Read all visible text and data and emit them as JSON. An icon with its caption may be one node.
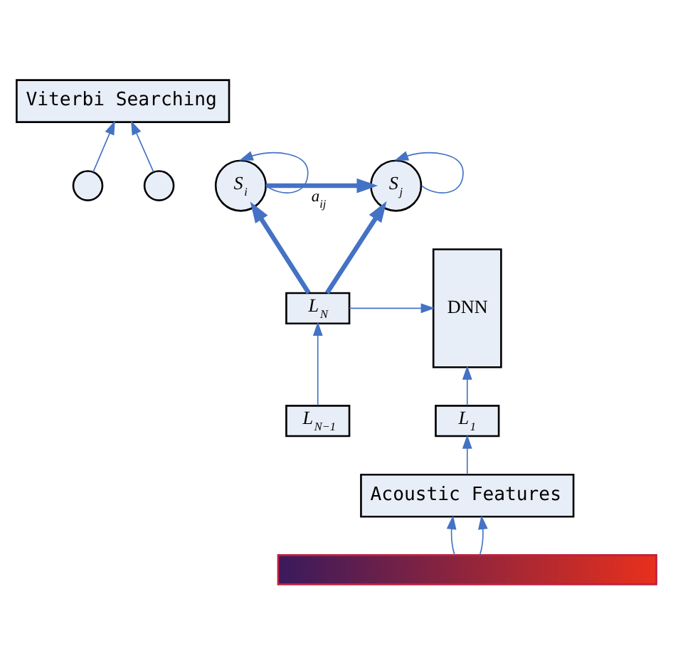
{
  "diagram": {
    "nodes": [
      {
        "text": [
          "Viterbi Searching"
        ]
      },
      {
        "text": [],
        "shape": "circle"
      },
      {
        "text": [
          "S$_{i}$"
        ]
      },
      {
        "text": [
          "S$_{j}$"
        ]
      },
      {
        "text": [],
        "shape": "circle"
      },
      {
        "text": [
          "L$_{N}$"
        ]
      },
      {
        "text": [
          "L$_{N−1}$"
        ]
      },
      {
        "text": [
          "L$_{1}$"
        ]
      },
      {
        "text": [
          "DNN"
        ]
      },
      {
        "text": [
          "Acoustic Features"
        ]
      },
      {
        "text": [],
        "shape": "picture"
      }
    ],
    "edges": [
      {
        "from": 1,
        "to": 0,
        "arrow": "to"
      },
      {
        "from": 4,
        "to": 0,
        "arrow": "to"
      },
      {
        "from": 2,
        "to": 2,
        "arrow": "to"
      },
      {
        "from": 3,
        "to": 3,
        "arrow": "to"
      },
      {
        "from": 2,
        "to": 3,
        "arrow": "to",
        "label": "a$_{ij}$",
        "style": "thick"
      },
      {
        "from": 5,
        "to": 2,
        "arrow": "to",
        "style": "thick"
      },
      {
        "from": 5,
        "to": 3,
        "arrow": "to",
        "style": "thick"
      },
      {
        "from": 6,
        "to": 5,
        "arrow": "to"
      },
      {
        "from": 5,
        "to": 8,
        "arrow": "to"
      },
      {
        "from": 7,
        "to": 8,
        "arrow": "to"
      },
      {
        "from": 9,
        "to": 7,
        "arrow": "to"
      },
      {
        "from": 10,
        "to": 9,
        "arrow": "to"
      },
      {
        "from": 10,
        "to": 9,
        "arrow": "to"
      }
    ]
  }
}
